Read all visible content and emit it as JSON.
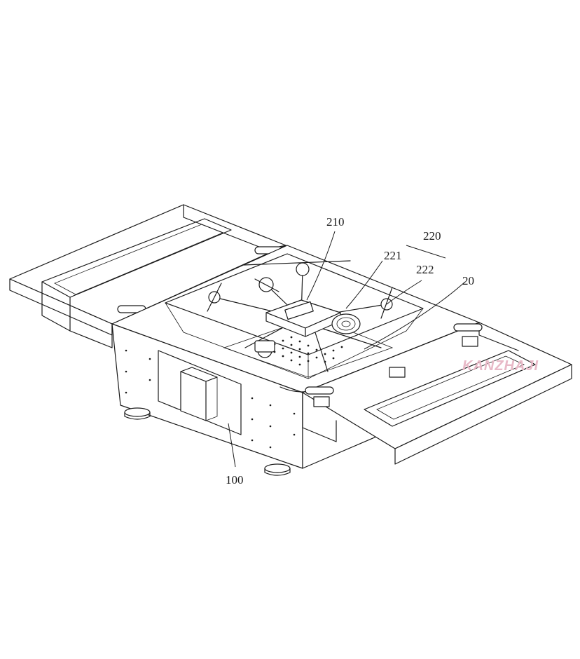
{
  "figure": {
    "labels": {
      "drone_body": "210",
      "arm_assembly": "220",
      "arm_part_a": "221",
      "arm_part_b": "222",
      "drone": "20",
      "base_station": "100"
    },
    "watermark": "KANZHAJI"
  }
}
